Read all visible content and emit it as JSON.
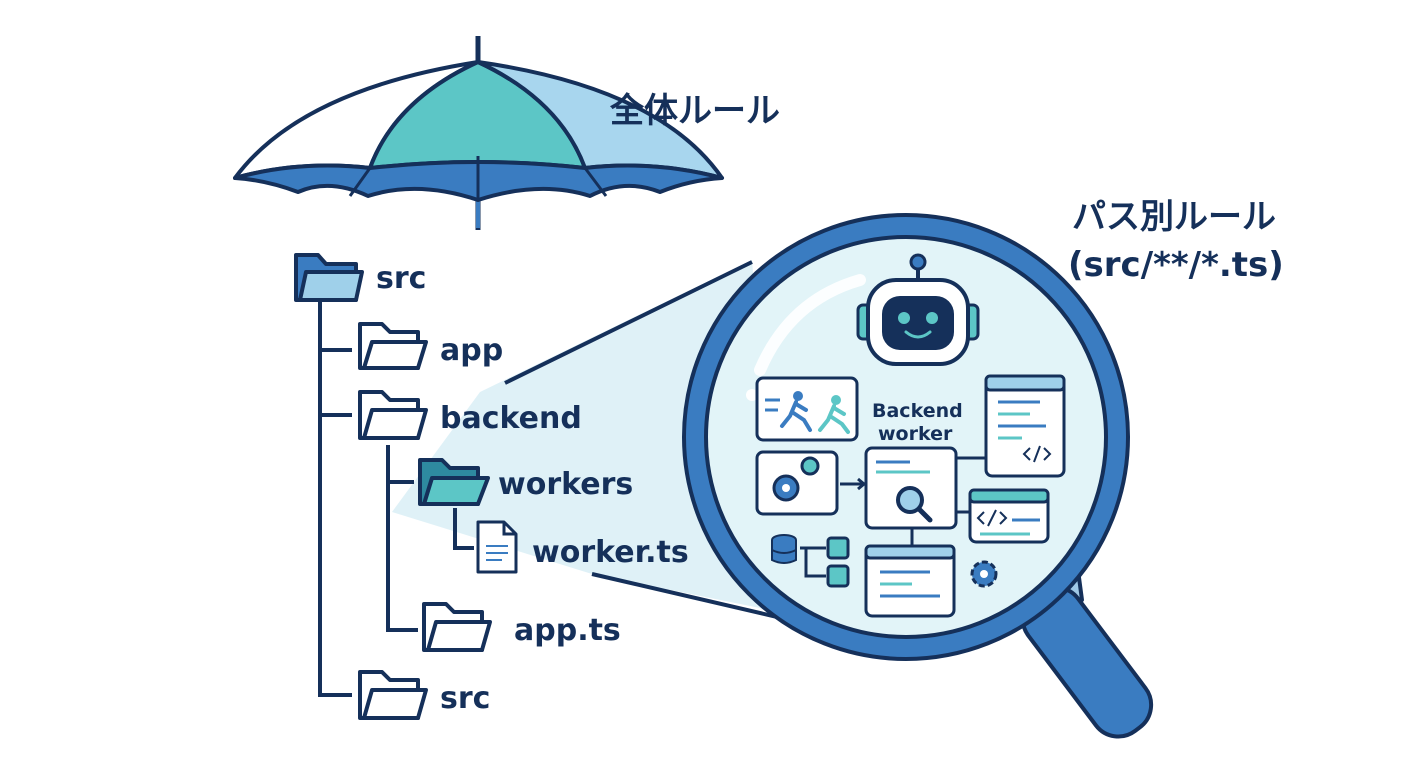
{
  "rules": {
    "global_label": "全体ルール",
    "path_label_line1": "パス別ルール",
    "path_label_line2": "(src/**/*.ts)"
  },
  "tree": {
    "root": "src",
    "app": "app",
    "backend": "backend",
    "workers": "workers",
    "worker_file": "worker.ts",
    "app_ts": "app.ts",
    "src_bottom": "src"
  },
  "magnifier": {
    "title_line1": "Backend",
    "title_line2": "worker"
  },
  "colors": {
    "navy": "#15305a",
    "blue": "#3a7cc1",
    "teal": "#5cc6c6",
    "light_blue": "#9fd0ea",
    "lens_fill": "#e2f4f8"
  }
}
